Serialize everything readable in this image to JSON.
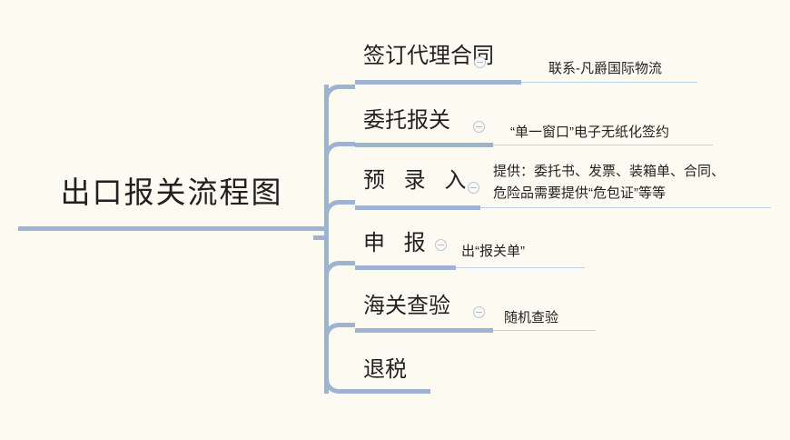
{
  "diagram": {
    "type": "mind-map",
    "title": "出口报关流程图",
    "background_color": "#fdfaf2",
    "accent_color": "#9db3d1",
    "text_color": "#231f20",
    "collapse_icon_name": "collapse-minus-icon",
    "branches": [
      {
        "label": "签订代理合同",
        "has_collapse_icon": true,
        "children": [
          "联系-凡爵国际物流"
        ]
      },
      {
        "label": "委托报关",
        "has_collapse_icon": true,
        "children": [
          "“单一窗口”电子无纸化签约"
        ]
      },
      {
        "label": "预 录 入",
        "has_collapse_icon": true,
        "children": [
          "提供：委托书、发票、装箱单、合同、",
          "危险品需要提供“危包证”等等"
        ]
      },
      {
        "label": "申 报",
        "has_collapse_icon": true,
        "children": [
          "出“报关单”"
        ]
      },
      {
        "label": "海关查验",
        "has_collapse_icon": true,
        "children": [
          "随机查验"
        ]
      },
      {
        "label": "退税",
        "has_collapse_icon": false,
        "children": []
      }
    ]
  }
}
